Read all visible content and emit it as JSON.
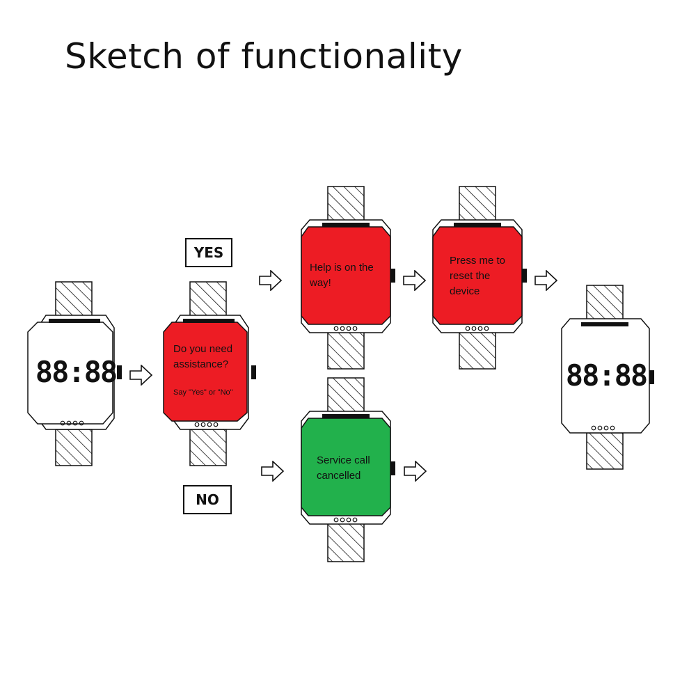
{
  "title": "Sketch of functionality",
  "labels": {
    "yes": "YES",
    "no": "NO"
  },
  "colors": {
    "alert": "#ed1c24",
    "ok": "#22b14c",
    "idle": "#ffffff",
    "ink": "#111111"
  },
  "watches": {
    "start": {
      "time": "88:88"
    },
    "ask": {
      "line1": "Do you need",
      "line2": "assistance?",
      "hint": "Say \"Yes\" or \"No\""
    },
    "help": {
      "line1": "Help is on the",
      "line2": "way!"
    },
    "reset": {
      "line1": "Press me to",
      "line2": "reset the",
      "line3": "device"
    },
    "cancel": {
      "line1": "Service call",
      "line2": "cancelled"
    },
    "end": {
      "time": "88:88"
    }
  }
}
